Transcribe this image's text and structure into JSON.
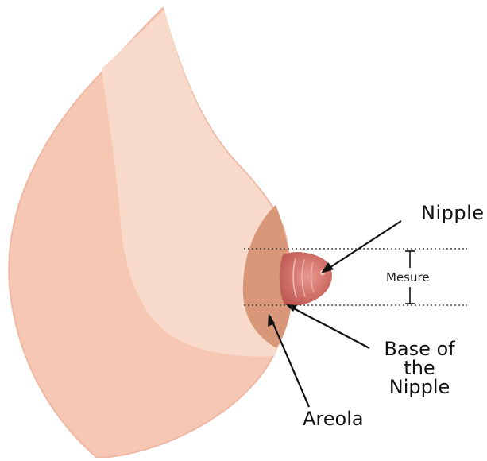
{
  "labels": {
    "nipple": "Nipple",
    "base_of_nipple": "Base of the Nipple",
    "areola": "Areola",
    "measure": "Mesure"
  },
  "colors": {
    "outer_skin": "#F6C7B2",
    "inner_skin": "#F8DACB",
    "outline": "#EFB8A4",
    "areola": "#D9977A",
    "nipple": "#C86058",
    "nipple_light": "#E28B83",
    "nipple_highlight": "#F3C2BC",
    "ink": "#111111"
  }
}
